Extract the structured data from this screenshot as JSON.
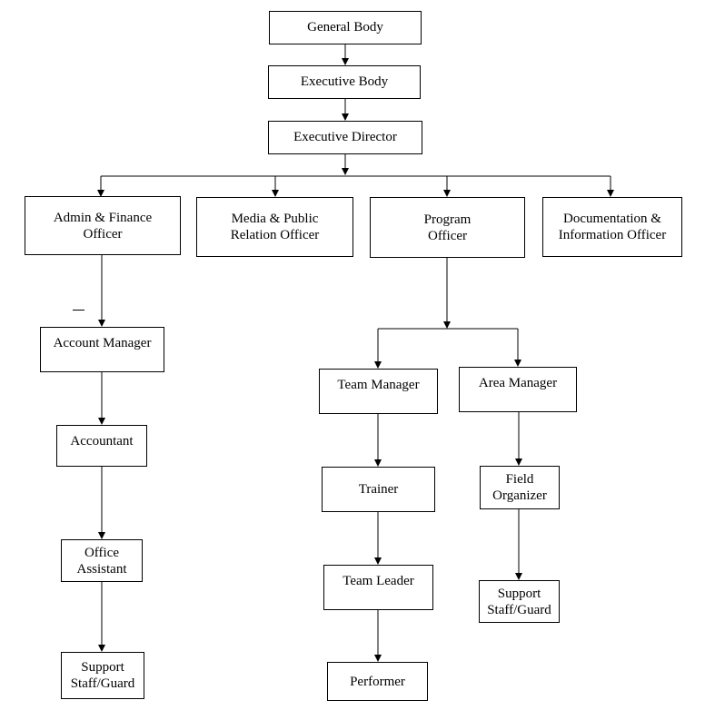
{
  "nodes": {
    "general_body": {
      "lines": [
        "General Body"
      ]
    },
    "executive_body": {
      "lines": [
        "Executive Body"
      ]
    },
    "executive_director": {
      "lines": [
        "Executive Director"
      ]
    },
    "admin_finance": {
      "lines": [
        "Admin & Finance",
        "Officer"
      ]
    },
    "media_pr": {
      "lines": [
        "Media & Public",
        "Relation Officer"
      ]
    },
    "program": {
      "lines": [
        "Program",
        "Officer"
      ]
    },
    "documentation": {
      "lines": [
        "Documentation &",
        "Information Officer"
      ]
    },
    "account_manager": {
      "lines": [
        "Account Manager"
      ]
    },
    "accountant": {
      "lines": [
        "Accountant"
      ]
    },
    "office_assistant": {
      "lines": [
        "Office",
        "Assistant"
      ]
    },
    "support_admin": {
      "lines": [
        "Support",
        "Staff/Guard"
      ]
    },
    "team_manager": {
      "lines": [
        "Team Manager"
      ]
    },
    "area_manager": {
      "lines": [
        "Area Manager"
      ]
    },
    "trainer": {
      "lines": [
        "Trainer"
      ]
    },
    "field_organizer": {
      "lines": [
        "Field",
        "Organizer"
      ]
    },
    "team_leader": {
      "lines": [
        "Team Leader"
      ]
    },
    "support_field": {
      "lines": [
        "Support",
        "Staff/Guard"
      ]
    },
    "performer": {
      "lines": [
        "Performer"
      ]
    }
  }
}
